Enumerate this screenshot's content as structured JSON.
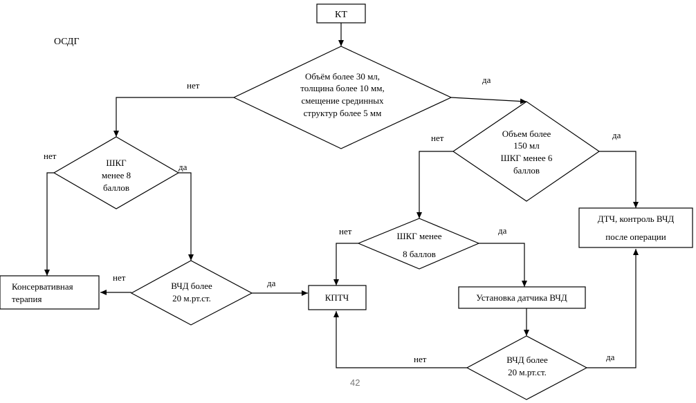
{
  "header": {
    "label": "ОСДГ"
  },
  "nodes": {
    "kt": "КТ",
    "d_main": [
      "Объём более 30 мл,",
      "толщина более 10 мм,",
      "смещение срединных",
      "структур более 5 мм"
    ],
    "d_shkg_left": [
      "ШКГ",
      "менее 8",
      "баллов"
    ],
    "d_vol150": [
      "Объем более",
      "150 мл",
      "ШКГ менее 6",
      "баллов"
    ],
    "d_shkg_mid": [
      "ШКГ менее",
      "8 баллов"
    ],
    "d_vchd_left": [
      "ВЧД  более",
      "20 м.рт.ст."
    ],
    "d_vchd_right": [
      "ВЧД  более",
      "20 м.рт.ст."
    ],
    "b_conservative": [
      "Консервативная",
      "терапия"
    ],
    "b_kptch": "КПТЧ",
    "b_sensor": "Установка датчика ВЧД",
    "b_dtch": [
      "ДТЧ, контроль ВЧД",
      "после операции"
    ]
  },
  "edge_labels": {
    "main_no": "нет",
    "main_yes": "да",
    "shkg_left_no": "нет",
    "shkg_left_yes": "да",
    "vol150_no": "нет",
    "vol150_yes": "да",
    "shkg_mid_no": "нет",
    "shkg_mid_yes": "да",
    "vchd_left_no": "нет",
    "vchd_left_yes": "да",
    "vchd_right_no": "нет",
    "vchd_right_yes": "да"
  },
  "page_number": "42"
}
